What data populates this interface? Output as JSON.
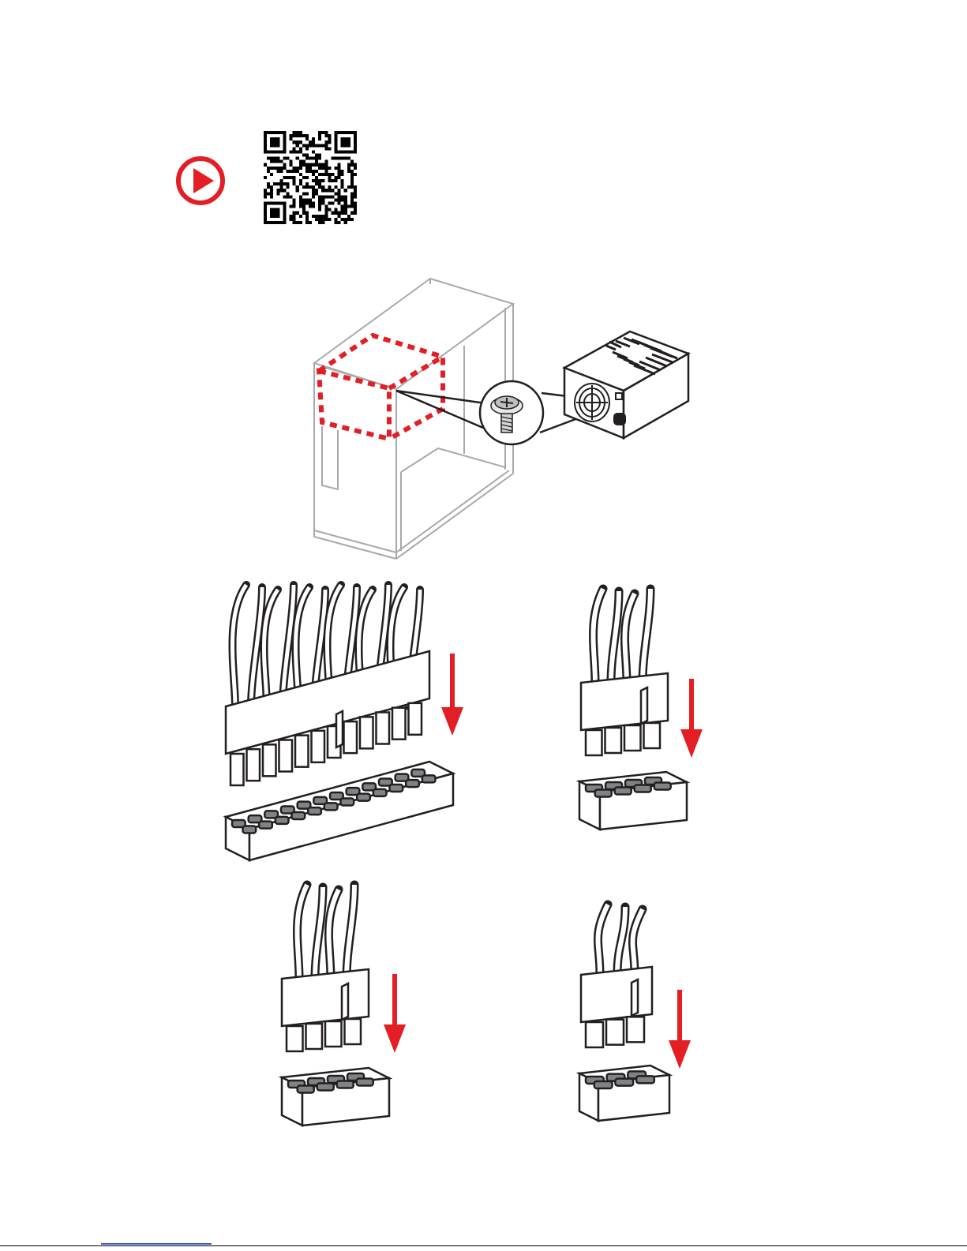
{
  "colors": {
    "accent_red": "#e31e24",
    "line": "#231f20",
    "case_gray": "#a7a9ac",
    "pin_fill": "#808285",
    "link_blue": "#3d5bd6"
  },
  "icons": {
    "video": "play-icon",
    "qr": "qr-code-icon",
    "screw": "screw-icon"
  },
  "steps": [
    {
      "id": "case-psu",
      "description": ""
    },
    {
      "id": "atx-24pin",
      "pins": 24
    },
    {
      "id": "cpu-8pin-a",
      "pins": 8
    },
    {
      "id": "cpu-8pin-b",
      "pins": 8
    },
    {
      "id": "pcie-6pin",
      "pins": 6
    }
  ]
}
